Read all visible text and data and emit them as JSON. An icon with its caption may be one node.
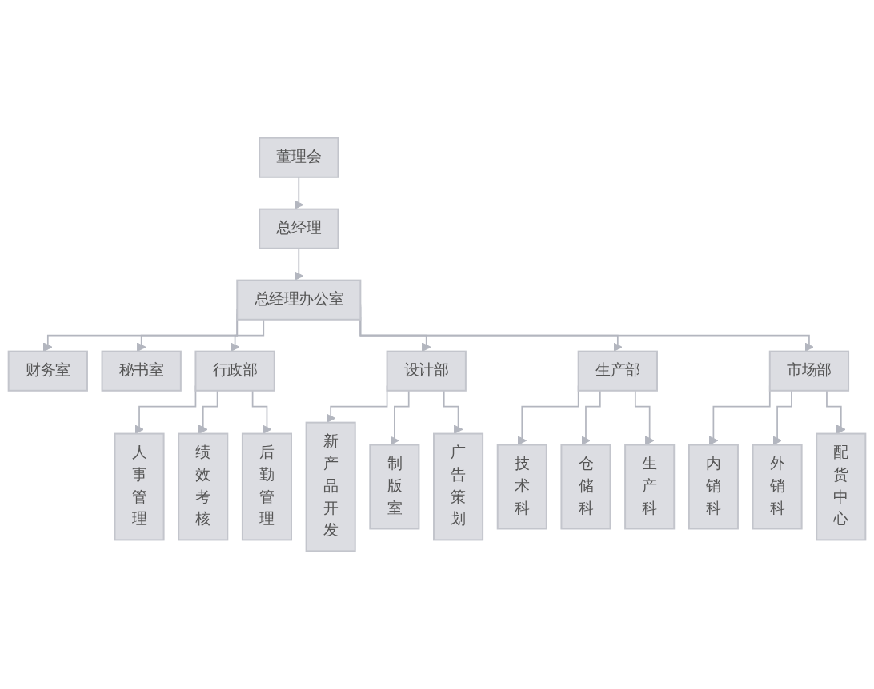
{
  "diagram": {
    "nodes": [
      {
        "text": [
          "董理会"
        ]
      },
      {
        "text": [
          "总经理"
        ]
      },
      {
        "text": [
          "总经理办公室"
        ]
      },
      {
        "text": [
          "财务室"
        ]
      },
      {
        "text": [
          "秘书室"
        ]
      },
      {
        "text": [
          "行政部"
        ]
      },
      {
        "text": [
          "设计部"
        ]
      },
      {
        "text": [
          "生产部"
        ]
      },
      {
        "text": [
          "市场部"
        ]
      },
      {
        "text": [
          "人事管理"
        ]
      },
      {
        "text": [
          "绩效考核"
        ]
      },
      {
        "text": [
          "后勤管理"
        ]
      },
      {
        "text": [
          "新产品开发"
        ]
      },
      {
        "text": [
          "制版室"
        ]
      },
      {
        "text": [
          "广告策划"
        ]
      },
      {
        "text": [
          "技术科"
        ]
      },
      {
        "text": [
          "仓储科"
        ]
      },
      {
        "text": [
          "生产科"
        ]
      },
      {
        "text": [
          "内销科"
        ]
      },
      {
        "text": [
          "外销科"
        ]
      },
      {
        "text": [
          "配货中心"
        ]
      }
    ],
    "edges": [
      {
        "from": 0,
        "to": 1,
        "arrow": "to"
      },
      {
        "from": 1,
        "to": 2,
        "arrow": "to"
      },
      {
        "from": 2,
        "to": 3,
        "arrow": "to"
      },
      {
        "from": 2,
        "to": 4,
        "arrow": "to"
      },
      {
        "from": 2,
        "to": 5,
        "arrow": "to"
      },
      {
        "from": 2,
        "to": 6,
        "arrow": "to"
      },
      {
        "from": 2,
        "to": 7,
        "arrow": "to"
      },
      {
        "from": 2,
        "to": 8,
        "arrow": "to"
      },
      {
        "from": 5,
        "to": 9,
        "arrow": "to"
      },
      {
        "from": 5,
        "to": 10,
        "arrow": "to"
      },
      {
        "from": 5,
        "to": 11,
        "arrow": "to"
      },
      {
        "from": 6,
        "to": 12,
        "arrow": "to"
      },
      {
        "from": 6,
        "to": 13,
        "arrow": "to"
      },
      {
        "from": 6,
        "to": 14,
        "arrow": "to"
      },
      {
        "from": 7,
        "to": 15,
        "arrow": "to"
      },
      {
        "from": 7,
        "to": 16,
        "arrow": "to"
      },
      {
        "from": 7,
        "to": 17,
        "arrow": "to"
      },
      {
        "from": 8,
        "to": 18,
        "arrow": "to"
      },
      {
        "from": 8,
        "to": 19,
        "arrow": "to"
      },
      {
        "from": 8,
        "to": 20,
        "arrow": "to"
      }
    ]
  }
}
